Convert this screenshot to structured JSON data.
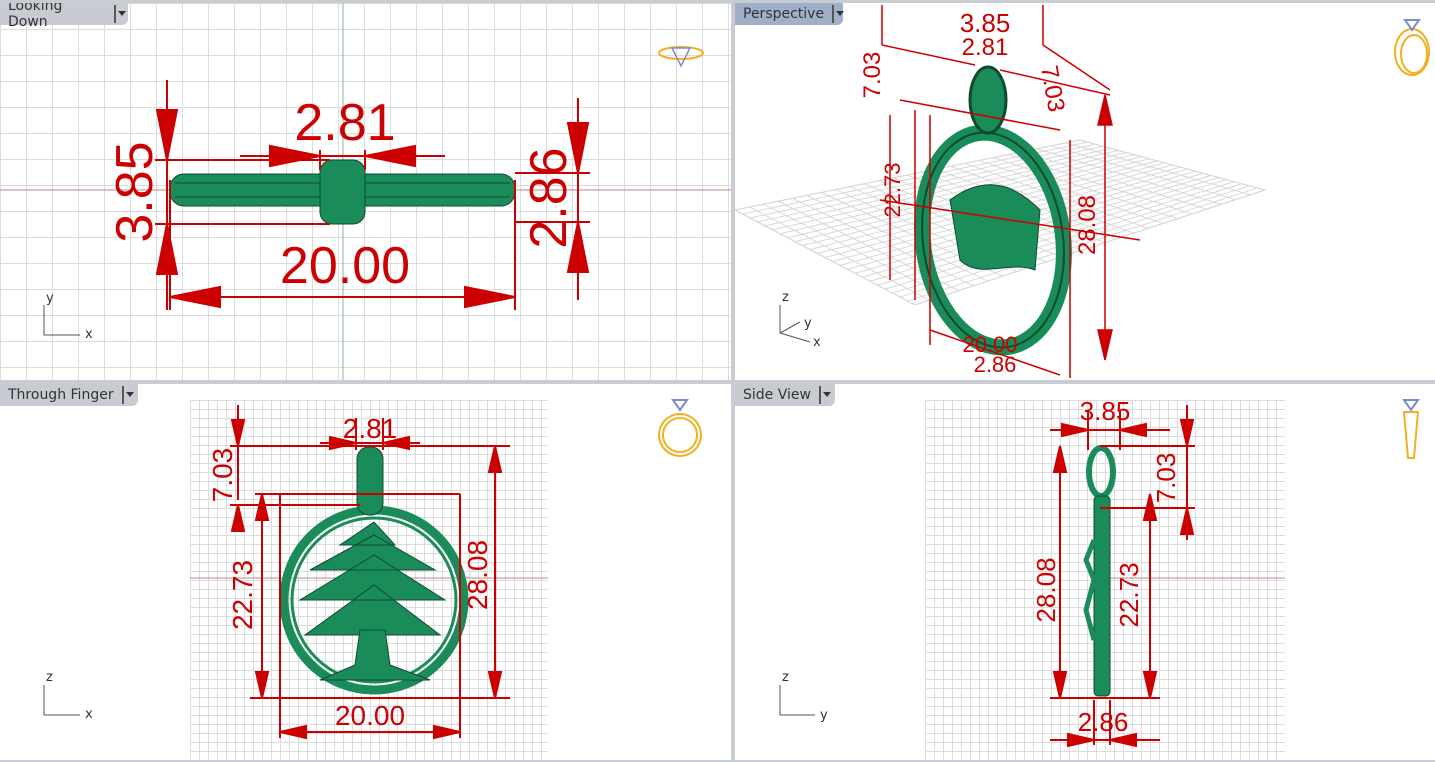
{
  "viewports": [
    {
      "name": "Looking Down",
      "active": false,
      "axes": [
        "y",
        "x"
      ],
      "dims": {
        "width": "20.00",
        "bail_width": "2.81",
        "left_height": "3.85",
        "right_height": "2.86"
      }
    },
    {
      "name": "Perspective",
      "active": true,
      "axes": [
        "z",
        "y",
        "x"
      ],
      "dims": {
        "a": "3.85",
        "b": "2.81",
        "c": "7.03",
        "d": "7.03",
        "e": "22.73",
        "f": "28.08",
        "g": "20.00",
        "h": "2.86"
      }
    },
    {
      "name": "Through Finger",
      "active": false,
      "axes": [
        "z",
        "x"
      ],
      "dims": {
        "bail_width": "2.81",
        "bail_height": "7.03",
        "inner_height": "22.73",
        "total_height": "28.08",
        "width": "20.00"
      }
    },
    {
      "name": "Side View",
      "active": false,
      "axes": [
        "z",
        "y"
      ],
      "dims": {
        "top_width": "3.85",
        "bail_height": "7.03",
        "total_height": "28.08",
        "inner_height": "22.73",
        "bottom_width": "2.86"
      }
    }
  ],
  "colors": {
    "dimension": "#cc0000",
    "model": "#1a8c5a",
    "ring_icon": "#f0b020",
    "active_tab": "#9fb0c8"
  },
  "icons": [
    "ring-view-icon",
    "dropdown-arrow-icon",
    "axis-icon"
  ]
}
